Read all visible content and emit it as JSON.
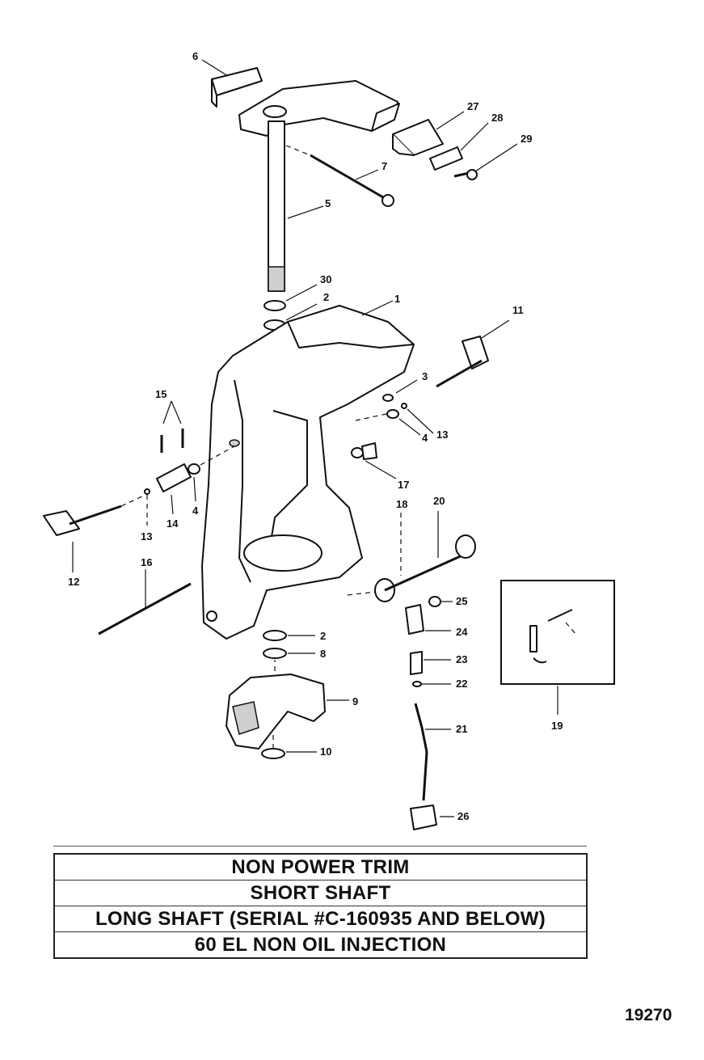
{
  "callouts": [
    {
      "id": "c1",
      "text": "1"
    },
    {
      "id": "c2a",
      "text": "2"
    },
    {
      "id": "c2b",
      "text": "2"
    },
    {
      "id": "c3",
      "text": "3"
    },
    {
      "id": "c4a",
      "text": "4"
    },
    {
      "id": "c4b",
      "text": "4"
    },
    {
      "id": "c5",
      "text": "5"
    },
    {
      "id": "c6",
      "text": "6"
    },
    {
      "id": "c7",
      "text": "7"
    },
    {
      "id": "c8",
      "text": "8"
    },
    {
      "id": "c9",
      "text": "9"
    },
    {
      "id": "c10",
      "text": "10"
    },
    {
      "id": "c11",
      "text": "11"
    },
    {
      "id": "c12",
      "text": "12"
    },
    {
      "id": "c13a",
      "text": "13"
    },
    {
      "id": "c13b",
      "text": "13"
    },
    {
      "id": "c14",
      "text": "14"
    },
    {
      "id": "c15",
      "text": "15"
    },
    {
      "id": "c16",
      "text": "16"
    },
    {
      "id": "c17",
      "text": "17"
    },
    {
      "id": "c18",
      "text": "18"
    },
    {
      "id": "c19",
      "text": "19"
    },
    {
      "id": "c20",
      "text": "20"
    },
    {
      "id": "c21",
      "text": "21"
    },
    {
      "id": "c22",
      "text": "22"
    },
    {
      "id": "c23",
      "text": "23"
    },
    {
      "id": "c24",
      "text": "24"
    },
    {
      "id": "c25",
      "text": "25"
    },
    {
      "id": "c26",
      "text": "26"
    },
    {
      "id": "c27",
      "text": "27"
    },
    {
      "id": "c28",
      "text": "28"
    },
    {
      "id": "c29",
      "text": "29"
    },
    {
      "id": "c30",
      "text": "30"
    }
  ],
  "caption_rows": [
    "NON POWER TRIM",
    "SHORT SHAFT",
    "LONG SHAFT (SERIAL #C-160935 AND BELOW)",
    "60 EL NON OIL INJECTION"
  ],
  "drawing_number": "19270"
}
